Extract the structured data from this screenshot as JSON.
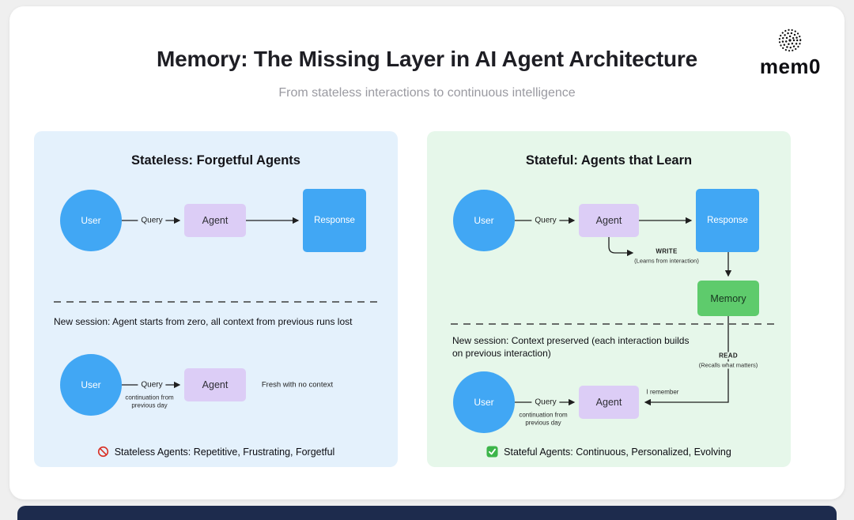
{
  "page": {
    "title": "Memory: The Missing Layer in AI Agent Architecture",
    "subtitle": "From stateless interactions to continuous intelligence",
    "logo": {
      "text": "mem0",
      "icon": "dotted-sphere-icon"
    }
  },
  "colors": {
    "user_blue": "#41a7f4",
    "agent_lavender": "#dccdf6",
    "response_blue": "#41a7f4",
    "memory_green": "#5ecb6c",
    "panel_blue_bg": "#e4f1fc",
    "panel_green_bg": "#e6f7ea",
    "bottom_bar_navy": "#1d2b4d",
    "no_entry_red": "#d93025",
    "check_green": "#3cb54a"
  },
  "stateless_panel": {
    "title": "Stateless: Forgetful Agents",
    "top_flow": {
      "user_label": "User",
      "query_label": "Query",
      "agent_label": "Agent",
      "response_label": "Response"
    },
    "session_note": "New session: Agent starts from zero, all context from previous runs lost",
    "bottom_flow": {
      "user_label": "User",
      "query_label": "Query",
      "query_subline1": "continuation from",
      "query_subline2": "previous day",
      "agent_label": "Agent",
      "context_note": "Fresh with no context"
    },
    "footer": {
      "icon": "no-entry-icon",
      "text": "Stateless Agents: Repetitive, Frustrating, Forgetful"
    }
  },
  "stateful_panel": {
    "title": "Stateful: Agents that Learn",
    "top_flow": {
      "user_label": "User",
      "query_label": "Query",
      "agent_label": "Agent",
      "response_label": "Response"
    },
    "write_edge": {
      "label": "WRITE",
      "sublabel": "(Learns from interaction)"
    },
    "memory_label": "Memory",
    "session_note_line1": "New session: Context preserved (each interaction builds",
    "session_note_line2": "on previous interaction)",
    "read_edge": {
      "label": "READ",
      "sublabel": "(Recalls what matters)"
    },
    "remember_label": "I remember",
    "bottom_flow": {
      "user_label": "User",
      "query_label": "Query",
      "query_subline1": "continuation from",
      "query_subline2": "previous day",
      "agent_label": "Agent"
    },
    "footer": {
      "icon": "check-icon",
      "text": "Stateful Agents: Continuous, Personalized, Evolving"
    }
  }
}
